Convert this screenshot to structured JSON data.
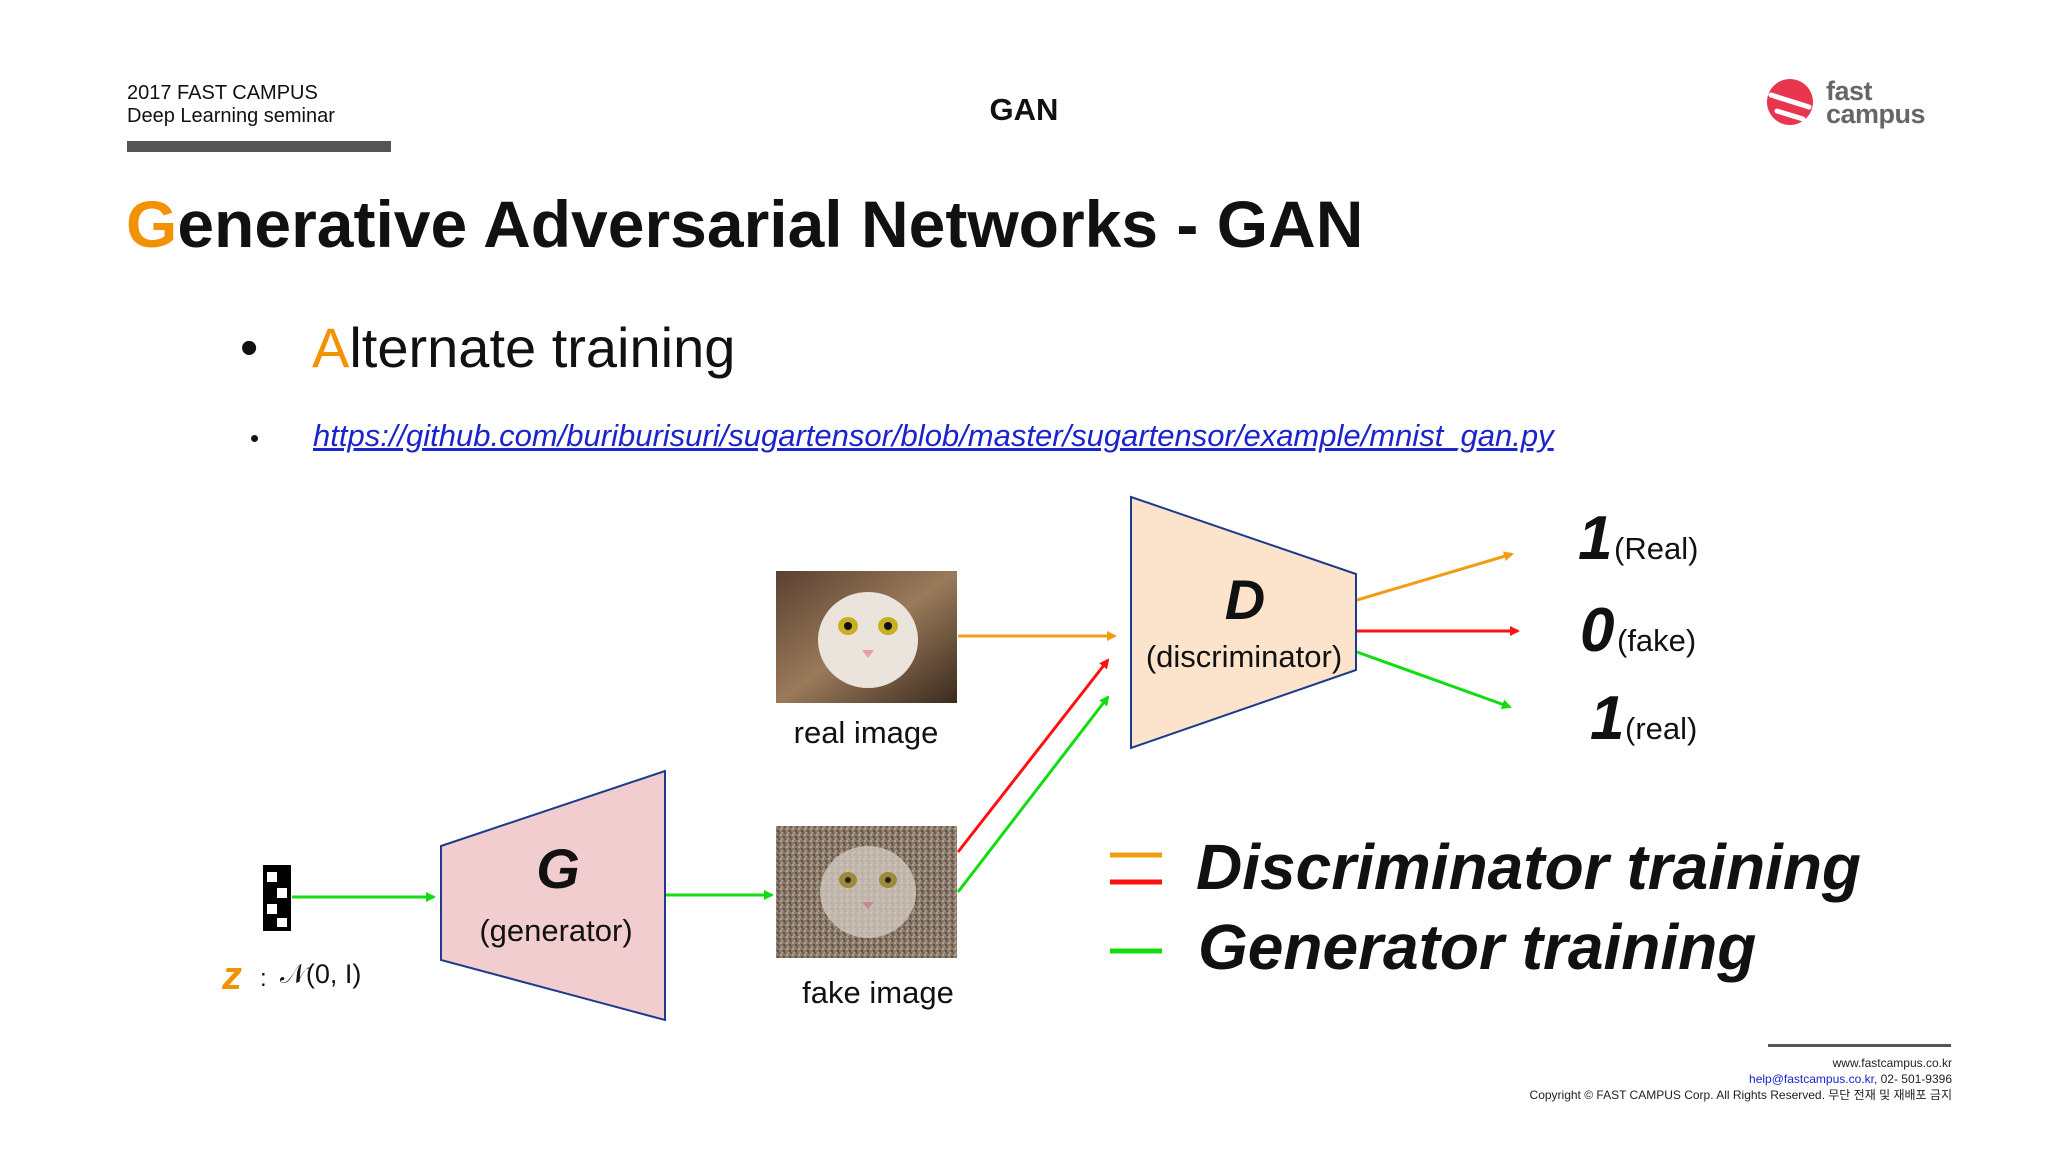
{
  "header": {
    "org_line1": "2017 FAST CAMPUS",
    "org_line2": "Deep Learning seminar",
    "center_title": "GAN",
    "logo_line1": "fast",
    "logo_line2": "campus"
  },
  "slide": {
    "title_first": "G",
    "title_rest": "enerative Adversarial Networks - GAN",
    "bullets": [
      {
        "marker": "•",
        "first": "A",
        "rest": "lternate training"
      },
      {
        "marker": "•",
        "link": "https://github.com/buriburisuri/sugartensor/blob/master/sugartensor/example/mnist_gan.py"
      }
    ]
  },
  "diagram": {
    "generator": {
      "letter": "G",
      "label": "(generator)"
    },
    "discriminator": {
      "letter": "D",
      "label": "(discriminator)"
    },
    "z_symbol": "z",
    "z_sep": ":",
    "z_dist": "𝒩(0, I)",
    "real_image_label": "real image",
    "fake_image_label": "fake image",
    "outputs": [
      {
        "value": "1",
        "label": "(Real)",
        "color": "#f39c12"
      },
      {
        "value": "0",
        "label": "(fake)",
        "color": "#ff1111"
      },
      {
        "value": "1",
        "label": "(real)",
        "color": "#11dd11"
      }
    ],
    "legend": [
      {
        "text": "Discriminator training",
        "colors": [
          "#f39c12",
          "#ff1111"
        ]
      },
      {
        "text": "Generator training",
        "colors": [
          "#11dd11"
        ]
      }
    ]
  },
  "footer": {
    "website": "www.fastcampus.co.kr",
    "email": "help@fastcampus.co.kr",
    "phone": ", 02- 501-9396",
    "copyright": "Copyright © FAST CAMPUS Corp.  All Rights Reserved. 무단 전재 및 재배포 금지"
  }
}
